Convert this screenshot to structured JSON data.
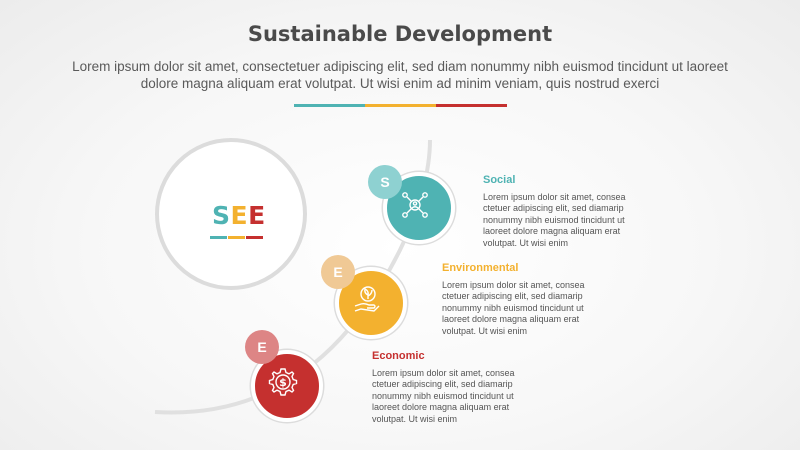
{
  "header": {
    "title": "Sustainable Development",
    "subtitle": "Lorem ipsum dolor sit amet, consectetuer adipiscing elit, sed diam nonummy nibh euismod tincidunt ut laoreet dolore magna aliquam erat volutpat. Ut wisi enim ad minim veniam, quis nostrud exerci"
  },
  "center": {
    "letters": [
      "S",
      "E",
      "E"
    ]
  },
  "colors": {
    "social": "#4fb3b3",
    "social_light": "#8ed1d1",
    "environmental": "#f3b12f",
    "environmental_light": "#f0c995",
    "economic": "#c5302f",
    "economic_light": "#dd8585",
    "ring": "#dcdcdc"
  },
  "steps": [
    {
      "letter": "S",
      "title": "Social",
      "body": "Lorem ipsum dolor sit amet, consea ctetuer adipiscing elit, sed diamarip nonummy nibh euismod tincidunt ut laoreet dolore magna aliquam erat volutpat. Ut wisi enim",
      "icon": "people-network-icon"
    },
    {
      "letter": "E",
      "title": "Environmental",
      "body": "Lorem ipsum dolor sit amet, consea ctetuer adipiscing elit, sed diamarip nonummy nibh euismod tincidunt ut laoreet dolore magna aliquam erat volutpat. Ut wisi enim",
      "icon": "hand-leaf-icon"
    },
    {
      "letter": "E",
      "title": "Economic",
      "body": "Lorem ipsum dolor sit amet, consea ctetuer adipiscing elit, sed diamarip nonummy nibh euismod tincidunt ut laoreet dolore magna aliquam erat volutpat. Ut wisi enim",
      "icon": "gear-dollar-icon"
    }
  ]
}
